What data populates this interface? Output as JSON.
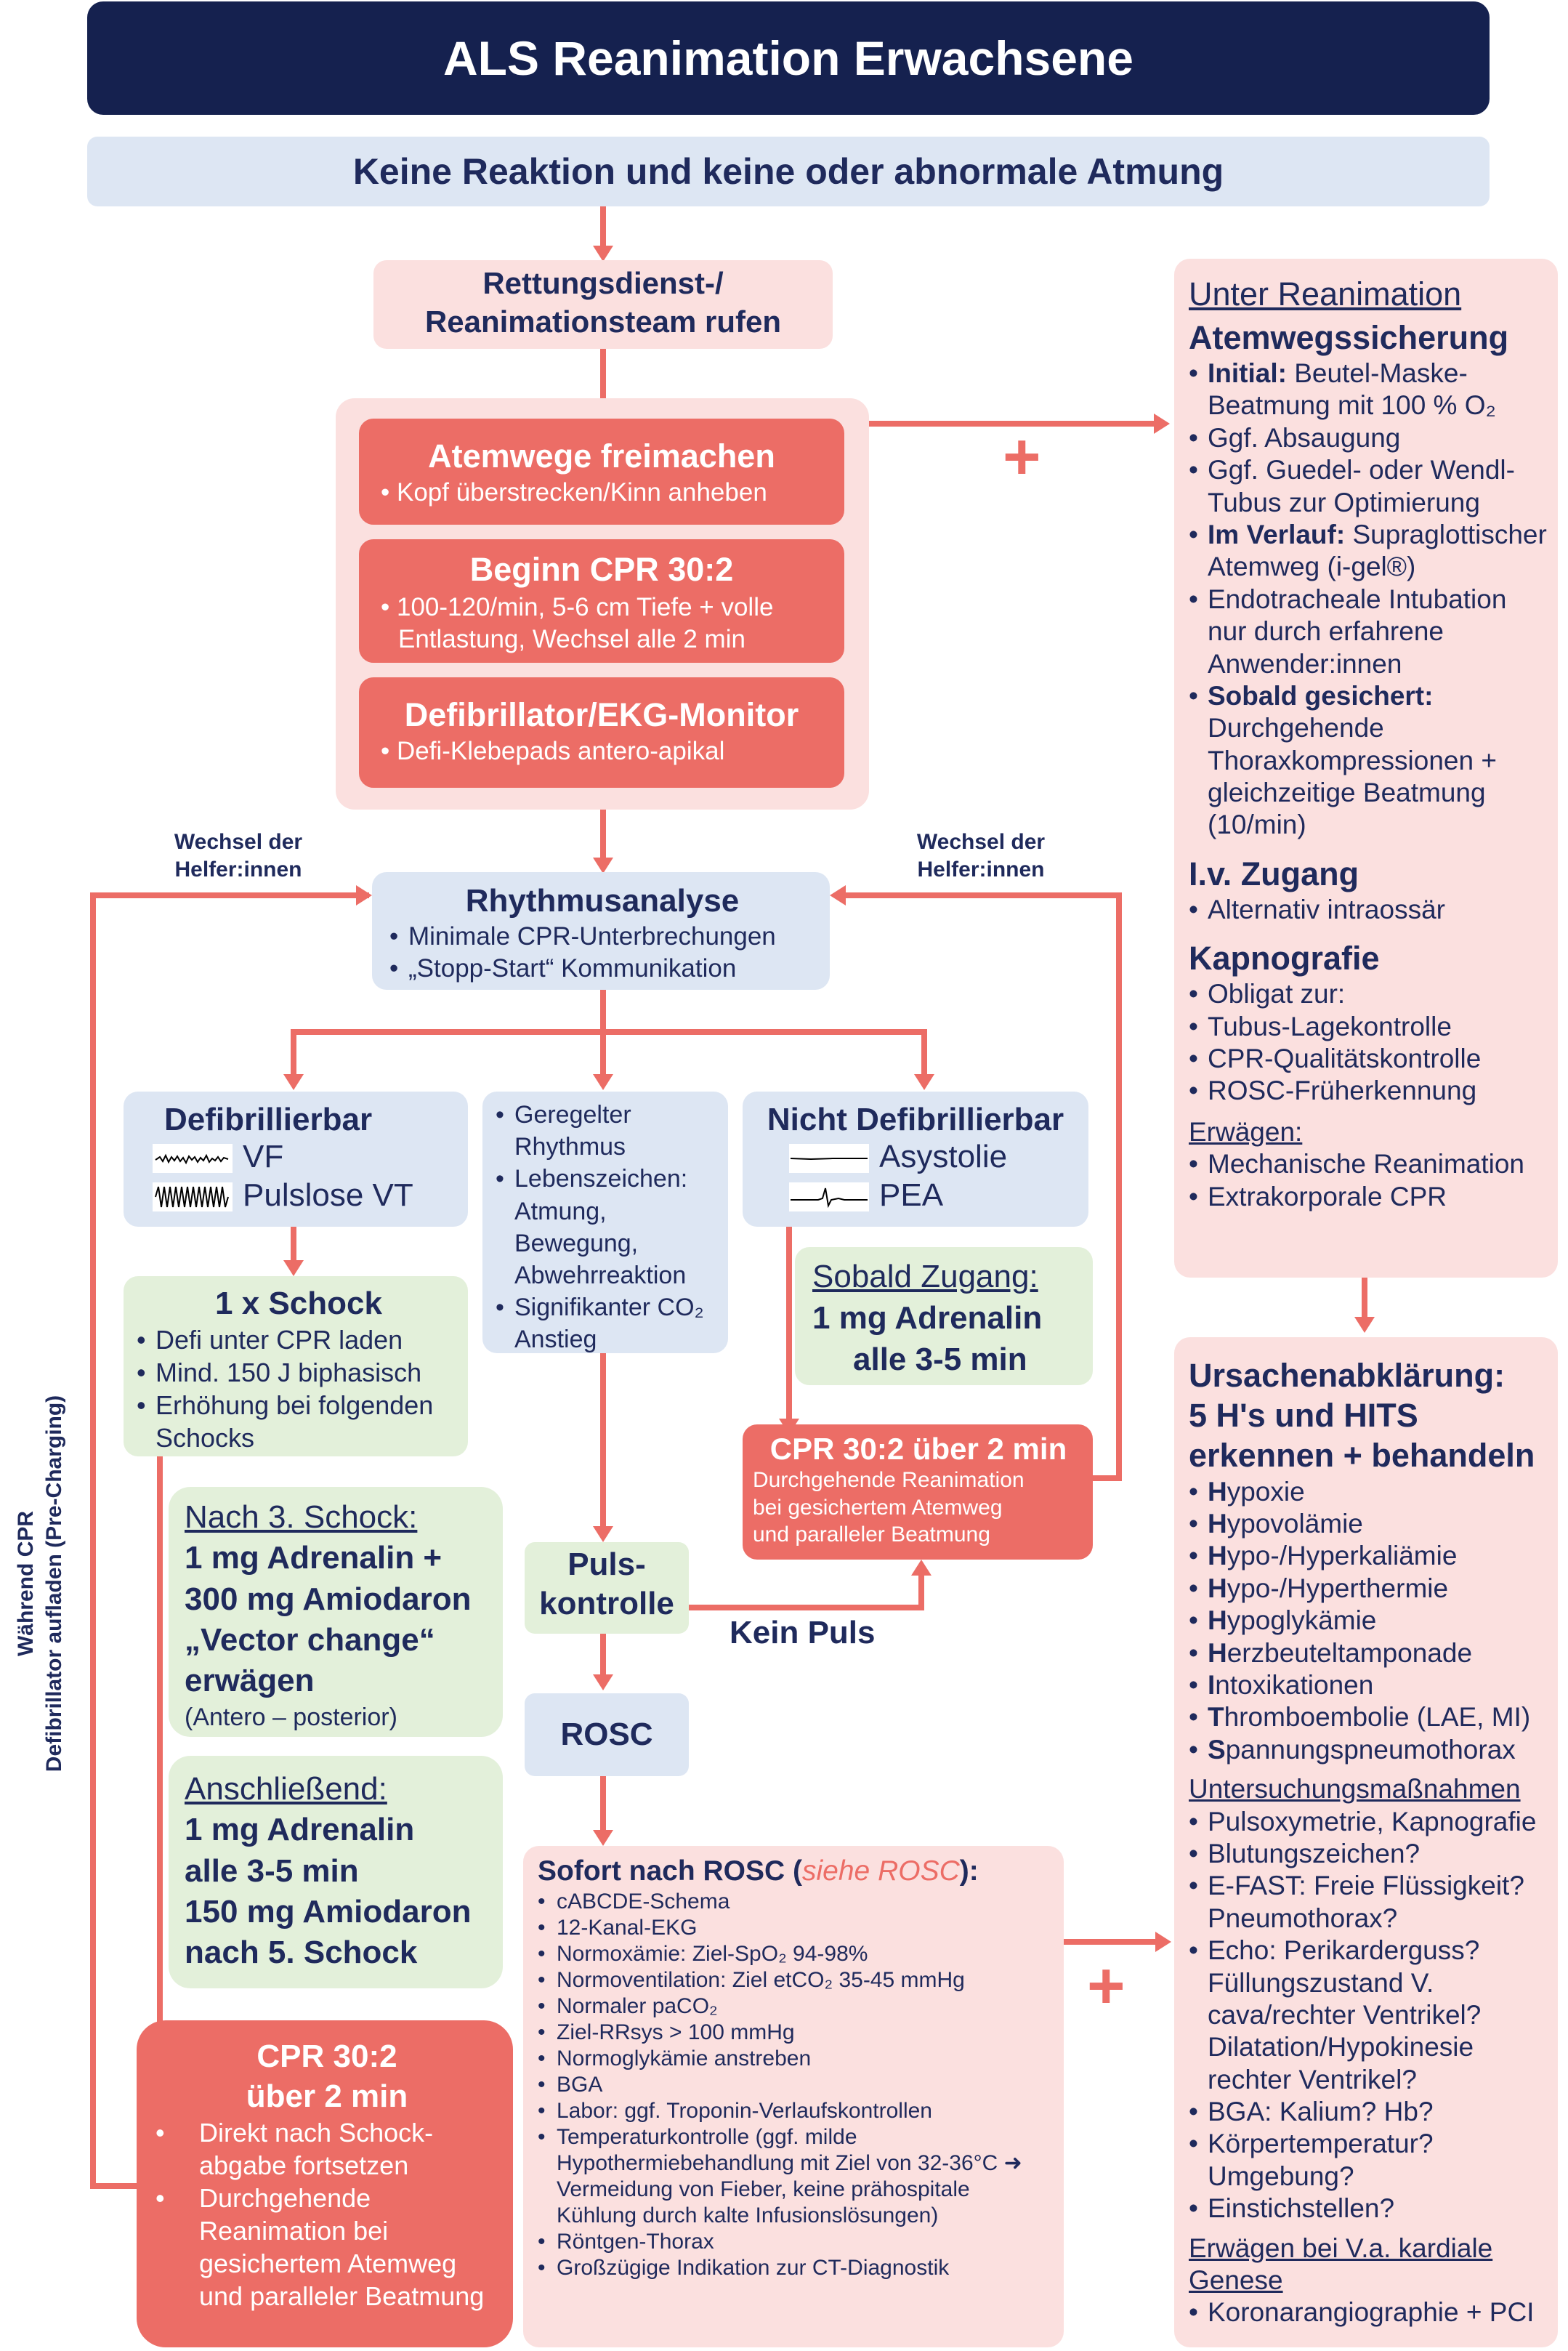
{
  "header": {
    "title": "ALS Reanimation Erwachsene"
  },
  "start": {
    "text": "Keine Reaktion und keine oder abnormale Atmung"
  },
  "call": {
    "line1": "Rettungsdienst-/",
    "line2": "Reanimationsteam rufen"
  },
  "airway": {
    "title": "Atemwege freimachen",
    "items": [
      "Kopf überstrecken/Kinn anheben"
    ]
  },
  "cpr_start": {
    "title": "Beginn CPR 30:2",
    "items": [
      "100-120/min, 5-6 cm Tiefe + volle Entlastung, Wechsel alle 2 min"
    ]
  },
  "defi_monitor": {
    "title": "Defibrillator/EKG-Monitor",
    "items": [
      "Defi-Klebepads antero-apikal"
    ]
  },
  "helper_left": {
    "line1": "Wechsel der",
    "line2": "Helfer:innen"
  },
  "helper_right": {
    "line1": "Wechsel der",
    "line2": "Helfer:innen"
  },
  "rhythm": {
    "title": "Rhythmusanalyse",
    "items": [
      "Minimale CPR-Unterbrechungen",
      "„Stopp-Start“ Kommunikation"
    ]
  },
  "shockable": {
    "title": "Defibrillierbar",
    "vf": "VF",
    "vt": "Pulslose VT"
  },
  "middle": {
    "items": [
      "Geregelter Rhythmus",
      "Lebenszeichen: Atmung, Bewegung, Abwehrreaktion",
      "Signifikanter CO₂ Anstieg"
    ]
  },
  "nonshockable": {
    "title": "Nicht Defibrillierbar",
    "asystole": "Asystolie",
    "pea": "PEA"
  },
  "shock": {
    "title": "1 x Schock",
    "items": [
      "Defi unter CPR laden",
      "Mind. 150 J biphasisch",
      "Erhöhung bei folgenden Schocks"
    ]
  },
  "access": {
    "head": "Sobald Zugang:",
    "line1": "1 mg Adrenalin",
    "line2": "alle 3-5 min"
  },
  "cpr_right": {
    "title": "CPR 30:2 über 2 min",
    "line1": "Durchgehende Reanimation",
    "line2": "bei gesichertem Atemweg",
    "line3": "und paralleler Beatmung"
  },
  "after3": {
    "head": "Nach 3. Schock:",
    "line1": "1 mg Adrenalin +",
    "line2": "300 mg Amiodaron",
    "line3": "„Vector change“",
    "line4": "erwägen",
    "note": "(Antero – posterior)"
  },
  "then": {
    "head": "Anschließend:",
    "line1": "1 mg Adrenalin",
    "line2": "alle 3-5 min",
    "line3": "150 mg Amiodaron",
    "line4": "nach 5. Schock"
  },
  "cpr_left": {
    "title1": "CPR 30:2",
    "title2": "über 2 min",
    "items": [
      "Direkt nach Schock-abgabe fortsetzen",
      "Durchgehende Reanimation bei gesichertem Atemweg und paralleler Beatmung"
    ]
  },
  "pulse": {
    "line1": "Puls-",
    "line2": "kontrolle",
    "no_pulse": "Kein Puls"
  },
  "rosc": {
    "label": "ROSC"
  },
  "side_label": {
    "line1": "Während CPR",
    "line2": "Defibrillator aufladen (Pre-Charging)"
  },
  "post_rosc": {
    "title": "Sofort nach ROSC (",
    "title_italic": "siehe ROSC",
    "title_end": "):",
    "items": [
      "cABCDE-Schema",
      "12-Kanal-EKG",
      "Normoxämie: Ziel-SpO₂ 94-98%",
      "Normoventilation: Ziel etCO₂ 35-45 mmHg",
      "Normaler paCO₂",
      "Ziel-RRsys > 100 mmHg",
      "Normoglykämie anstreben",
      "BGA",
      "Labor: ggf. Troponin-Verlaufskontrollen",
      "Temperaturkontrolle (ggf. milde Hypothermiebehandlung mit Ziel von 32-36°C ➜ Vermeidung von Fieber, keine prähospitale Kühlung durch kalte Infusionslösungen)",
      "Röntgen-Thorax",
      "Großzügige Indikation zur CT-Diagnostik"
    ]
  },
  "during": {
    "head": "Unter Reanimation",
    "airway_title": "Atemwegssicherung",
    "airway_items": [
      {
        "bold": "Initial:",
        "text": " Beutel-Maske-Beatmung mit 100 % O₂"
      },
      {
        "bold": "",
        "text": "Ggf. Absaugung"
      },
      {
        "bold": "",
        "text": "Ggf. Guedel- oder Wendl-Tubus zur Optimierung"
      },
      {
        "bold": "Im Verlauf:",
        "text": " Supraglottischer Atemweg (i-gel®)"
      },
      {
        "bold": "",
        "text": "Endotracheale Intubation nur durch erfahrene Anwender:innen"
      },
      {
        "bold": "Sobald gesichert:",
        "text": " Durchgehende Thoraxkompressionen + gleichzeitige Beatmung (10/min)"
      }
    ],
    "iv_title": "I.v. Zugang",
    "iv_items": [
      "Alternativ intraossär"
    ],
    "capno_title": "Kapnografie",
    "capno_items": [
      "Obligat zur:",
      "Tubus-Lagekontrolle",
      "CPR-Qualitätskontrolle",
      "ROSC-Früherkennung"
    ],
    "consider_head": "Erwägen:",
    "consider_items": [
      "Mechanische Reanimation",
      "Extrakorporale CPR"
    ]
  },
  "causes": {
    "title1": "Ursachenabklärung:",
    "title2": "5 H's und HITS",
    "title3": "erkennen + behandeln",
    "items": [
      {
        "first": "H",
        "rest": "ypoxie"
      },
      {
        "first": "H",
        "rest": "ypovolämie"
      },
      {
        "first": "H",
        "rest": "ypo-/Hyperkaliämie"
      },
      {
        "first": "H",
        "rest": "ypo-/Hyperthermie"
      },
      {
        "first": "H",
        "rest": "ypoglykämie"
      },
      {
        "first": "H",
        "rest": "erzbeutel­tamponade"
      },
      {
        "first": "I",
        "rest": "ntoxikationen"
      },
      {
        "first": "T",
        "rest": "hromboembolie (LAE, MI)"
      },
      {
        "first": "S",
        "rest": "pannungspneumothorax"
      }
    ],
    "exam_head": "Untersuchungsmaßnahmen",
    "exam_items": [
      "Pulsoxymetrie, Kapnografie",
      "Blutungszeichen?",
      "E-FAST: Freie Flüssigkeit? Pneumothorax?",
      "Echo: Perikarderguss? Füllungszustand V. cava/rechter Ventrikel? Dilatation/Hypokinesie rechter Ventrikel?",
      "BGA: Kalium? Hb?",
      "Körpertemperatur? Umgebung?",
      "Einstichstellen?"
    ],
    "cardiac_head1": "Erwägen bei V.a. kardiale",
    "cardiac_head2": "Genese",
    "cardiac_items": [
      "Koronarangiographie + PCI"
    ]
  },
  "plus_top": "+",
  "plus_bottom": "+"
}
